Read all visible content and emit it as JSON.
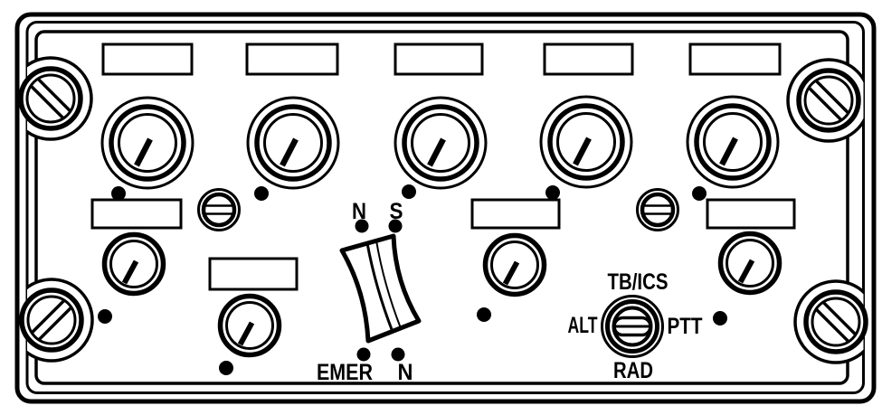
{
  "panel": {
    "colors": {
      "ink": "#000000",
      "background": "#ffffff"
    },
    "toggle_switch": {
      "upper_left_label": "N",
      "upper_right_label": "S",
      "lower_left_label": "EMER",
      "lower_right_label": "N"
    },
    "rotary_switch": {
      "top_label": "TB/ICS",
      "left_label": "ALT",
      "right_label": "PTT",
      "bottom_label": "RAD"
    }
  }
}
